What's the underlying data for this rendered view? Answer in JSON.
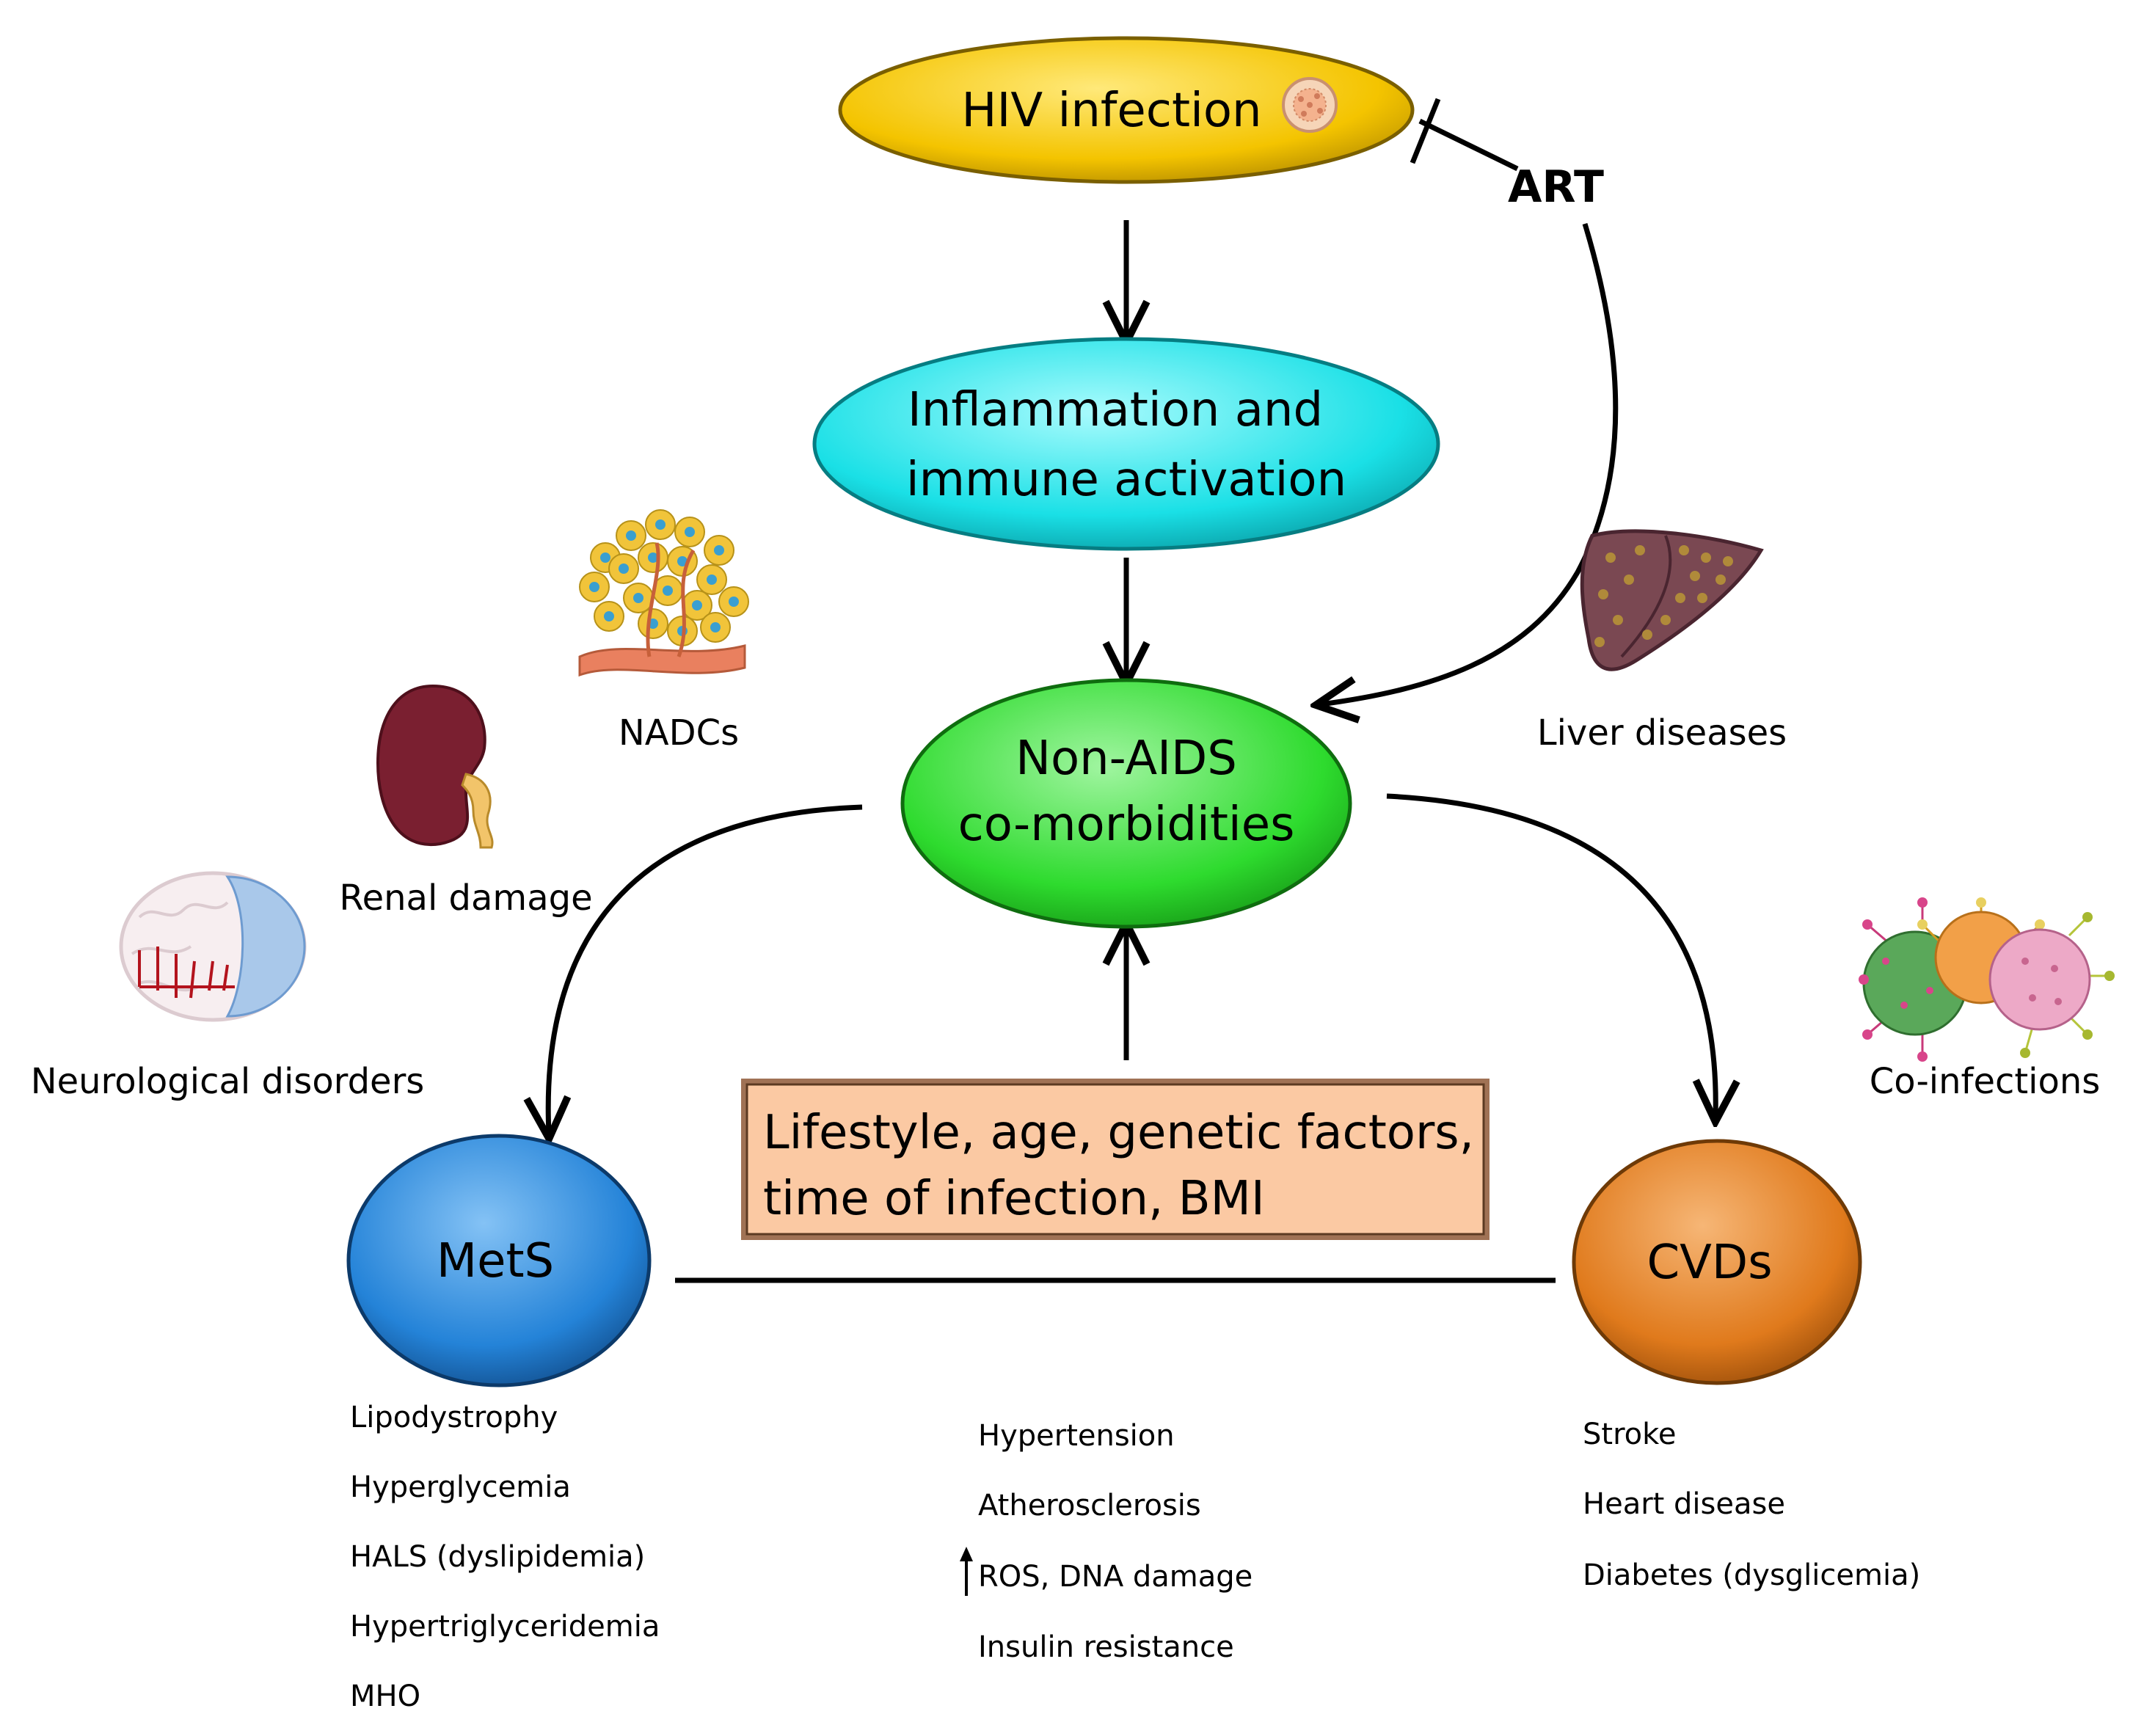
{
  "nodes": {
    "hiv": "HIV infection",
    "inflammation": [
      "Inflammation and",
      "immune activation"
    ],
    "non_aids": [
      "Non-AIDS",
      "co-morbidities"
    ],
    "mets": "MetS",
    "cvds": "CVDs",
    "factors": [
      "Lifestyle, age, genetic factors,",
      "time of infection, BMI"
    ]
  },
  "art": "ART",
  "labels": {
    "nadcs": "NADCs",
    "liver": "Liver diseases",
    "renal": "Renal damage",
    "neuro": "Neurological disorders",
    "coinfections": "Co-infections"
  },
  "lists": {
    "mets": [
      "Lipodystrophy",
      "Hyperglycemia",
      "HALS (dyslipidemia)",
      "Hypertriglyceridemia",
      "MHO"
    ],
    "middle": [
      "Hypertension",
      "Atherosclerosis",
      "ROS, DNA damage",
      "Insulin resistance"
    ],
    "cvds": [
      "Stroke",
      "Heart disease",
      "Diabetes (dysglicemia)"
    ]
  },
  "icons": {
    "hiv": "virus-particle-icon",
    "nadcs": "tumor-cells-icon",
    "liver": "liver-icon",
    "renal": "kidney-icon",
    "neuro": "brain-icon",
    "coinfections": "viruses-icon",
    "ros": "up-arrow-icon"
  },
  "colors": {
    "hiv": "#f4c400",
    "inflammation": "#1ae0e6",
    "non_aids": "#2edb2e",
    "mets": "#2483d8",
    "cvds": "#e07a1c",
    "factors": "#fbc9a3"
  }
}
